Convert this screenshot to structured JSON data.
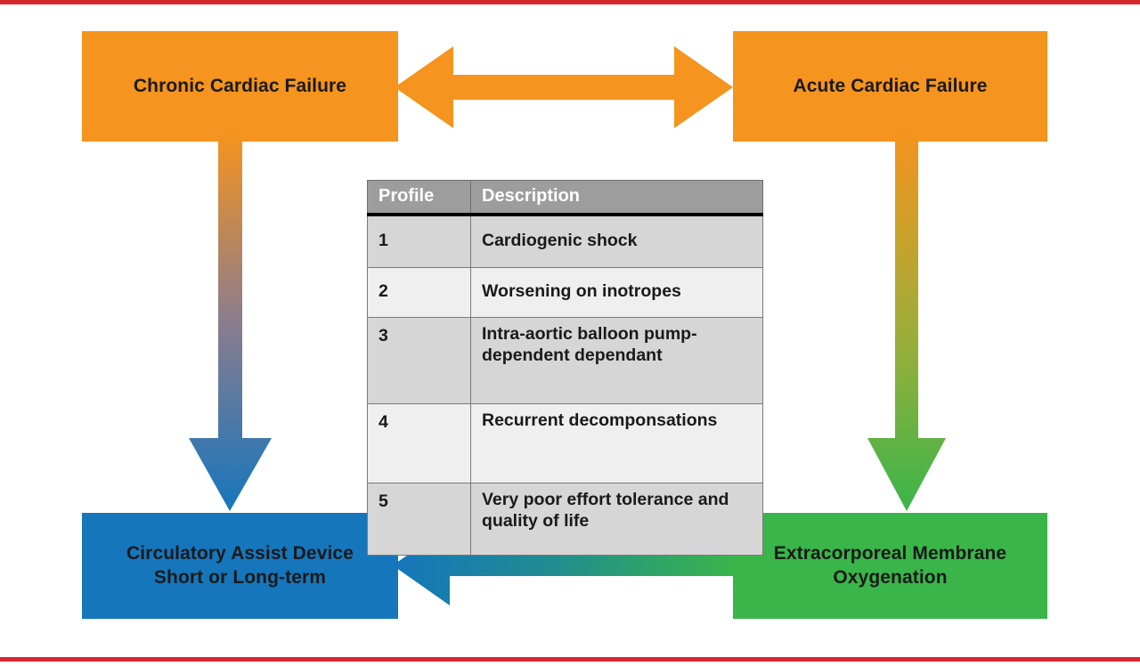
{
  "figure": {
    "accent_rule_color": "#d7282f",
    "colors": {
      "orange": "#f5941e",
      "blue": "#1576bc",
      "green": "#3ab54a",
      "table_header_gray": "#9d9d9d",
      "table_row_dark": "#d6d6d6",
      "table_row_light": "#efefef"
    }
  },
  "nodes": {
    "chronic": {
      "label": "Chronic Cardiac Failure"
    },
    "acute": {
      "label": "Acute Cardiac Failure"
    },
    "assist_device": {
      "label": "Circulatory Assist Device\nShort or Long-term",
      "line1": "Circulatory Assist Device",
      "line2": "Short or Long-term"
    },
    "ecmo": {
      "label": "Extracorporeal Membrane\nOxygenation",
      "line1": "Extracorporeal Membrane",
      "line2": "Oxygenation"
    }
  },
  "arrows": {
    "chronic_acute": {
      "name": "bidirectional-arrow-chronic-acute",
      "direction": "both",
      "color": "#f5941e"
    },
    "chronic_to_assist": {
      "name": "arrow-chronic-to-assist-device",
      "direction": "down",
      "from_color": "#f5941e",
      "to_color": "#1576bc"
    },
    "acute_to_ecmo": {
      "name": "arrow-acute-to-ecmo",
      "direction": "down",
      "from_color": "#f5941e",
      "to_color": "#3ab54a"
    },
    "ecmo_to_assist": {
      "name": "arrow-ecmo-to-assist-device",
      "direction": "left",
      "from_color": "#3ab54a",
      "to_color": "#1576bc"
    }
  },
  "table": {
    "headers": [
      "Profile",
      "Description"
    ],
    "rows": [
      {
        "profile": "1",
        "description": "Cardiogenic shock"
      },
      {
        "profile": "2",
        "description": "Worsening on inotropes"
      },
      {
        "profile": "3",
        "description": "Intra-aortic balloon pump-dependent dependant"
      },
      {
        "profile": "4",
        "description": "Recurrent decomponsations"
      },
      {
        "profile": "5",
        "description": "Very poor effort tolerance and quality of life"
      }
    ]
  }
}
